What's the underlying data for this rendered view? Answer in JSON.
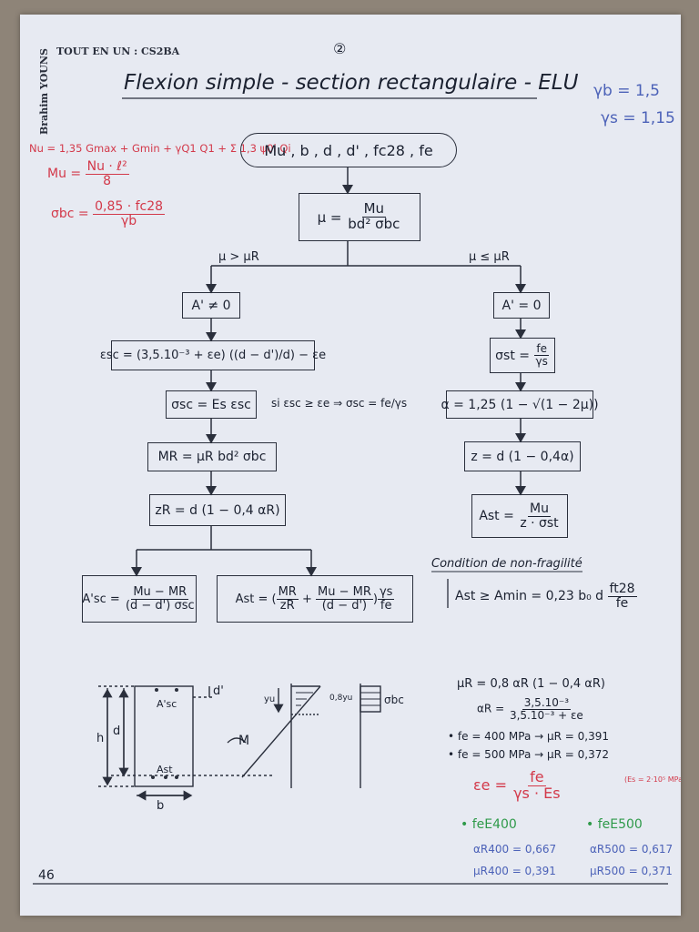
{
  "header": {
    "book": "TOUT EN UN : CS2BA",
    "author": "Brahim YOUNS",
    "page_mark": "②",
    "title": "Flexion simple - section rectangulaire - ELU",
    "page_number": "46"
  },
  "coefficients": {
    "gamma_b": "γb = 1,5",
    "gamma_s": "γs = 1,15"
  },
  "margin_notes": {
    "nu": "Nu = 1,35 Gmax + Gmin + γQ1 Q1 + Σ 1,3 ψ0i Qi",
    "mu_label": "Mu =",
    "mu_num": "Nu · ℓ²",
    "mu_den": "8",
    "sbc_label": "σbc =",
    "sbc_num": "0,85 · fc28",
    "sbc_den": "γb"
  },
  "flow": {
    "inputs": "Mu , b , d , d' , fc28 , fe",
    "mu_lhs": "μ =",
    "mu_num": "Mu",
    "mu_den": "bd² σbc",
    "left_condition": "μ > μR",
    "right_condition": "μ ≤ μR",
    "left": {
      "a_prime": "A' ≠ 0",
      "esc": "εsc = (3,5.10⁻³ + εe) ((d − d')/d) − εe",
      "ssc": "σsc = Es εsc",
      "ssc_note": "si εsc ≥ εe ⇒ σsc = fe/γs",
      "mr": "MR = μR bd² σbc",
      "zr": "zR = d (1 − 0,4 αR)",
      "asc_lhs": "A'sc =",
      "asc_num": "Mu − MR",
      "asc_den": "(d − d') σsc",
      "ast_lhs": "Ast = (",
      "ast_t1_num": "MR",
      "ast_t1_den": "zR",
      "ast_plus": "+",
      "ast_t2_num": "Mu − MR",
      "ast_t2_den": "(d − d')",
      "ast_rpar": ")",
      "ast_t3_num": "γs",
      "ast_t3_den": "fe"
    },
    "right": {
      "a_prime": "A' = 0",
      "sst_lhs": "σst =",
      "sst_num": "fe",
      "sst_den": "γs",
      "alpha": "α = 1,25 (1 − √(1 − 2μ))",
      "z": "z = d (1 − 0,4α)",
      "ast_lhs": "Ast =",
      "ast_num": "Mu",
      "ast_den": "z · σst"
    }
  },
  "non_fragility": {
    "title": "Condition de non-fragilité",
    "formula_lhs": "Ast ≥ Amin = 0,23 b₀ d",
    "formula_num": "ft28",
    "formula_den": "fe"
  },
  "section_diagram": {
    "label_h": "h",
    "label_d": "d",
    "label_dprime": "d'",
    "label_asc": "A'sc",
    "label_ast": "Ast",
    "label_b": "b",
    "label_moment": "M",
    "label_yu": "yu",
    "label_08yu": "0,8yu",
    "label_sbc": "σbc"
  },
  "formulas_right": {
    "mu_r": "μR = 0,8 αR (1 − 0,4 αR)",
    "alpha_r_lhs": "αR =",
    "alpha_r_num": "3,5.10⁻³",
    "alpha_r_den": "3,5.10⁻³ + εe",
    "fe400": "• fe = 400 MPa → μR = 0,391",
    "fe500": "• fe = 500 MPa → μR = 0,372",
    "eps_lhs": "εe =",
    "eps_num": "fe",
    "eps_den": "γs · Es",
    "es_note": "(Es = 2·10⁵ MPa)"
  },
  "steel_grades": {
    "fe400_title": "• feE400",
    "fe500_title": "• feE500",
    "alpha400": "αR400 = 0,667",
    "mu400": "μR400 = 0,391",
    "alpha500": "αR500 = 0,617",
    "mu500": "μR500 = 0,371"
  },
  "colors": {
    "paper": "#e7eaf2",
    "ink": "#1b2130",
    "red_note": "#d3394a",
    "blue_note": "#4c62b8",
    "green_note": "#2f9a4a"
  }
}
